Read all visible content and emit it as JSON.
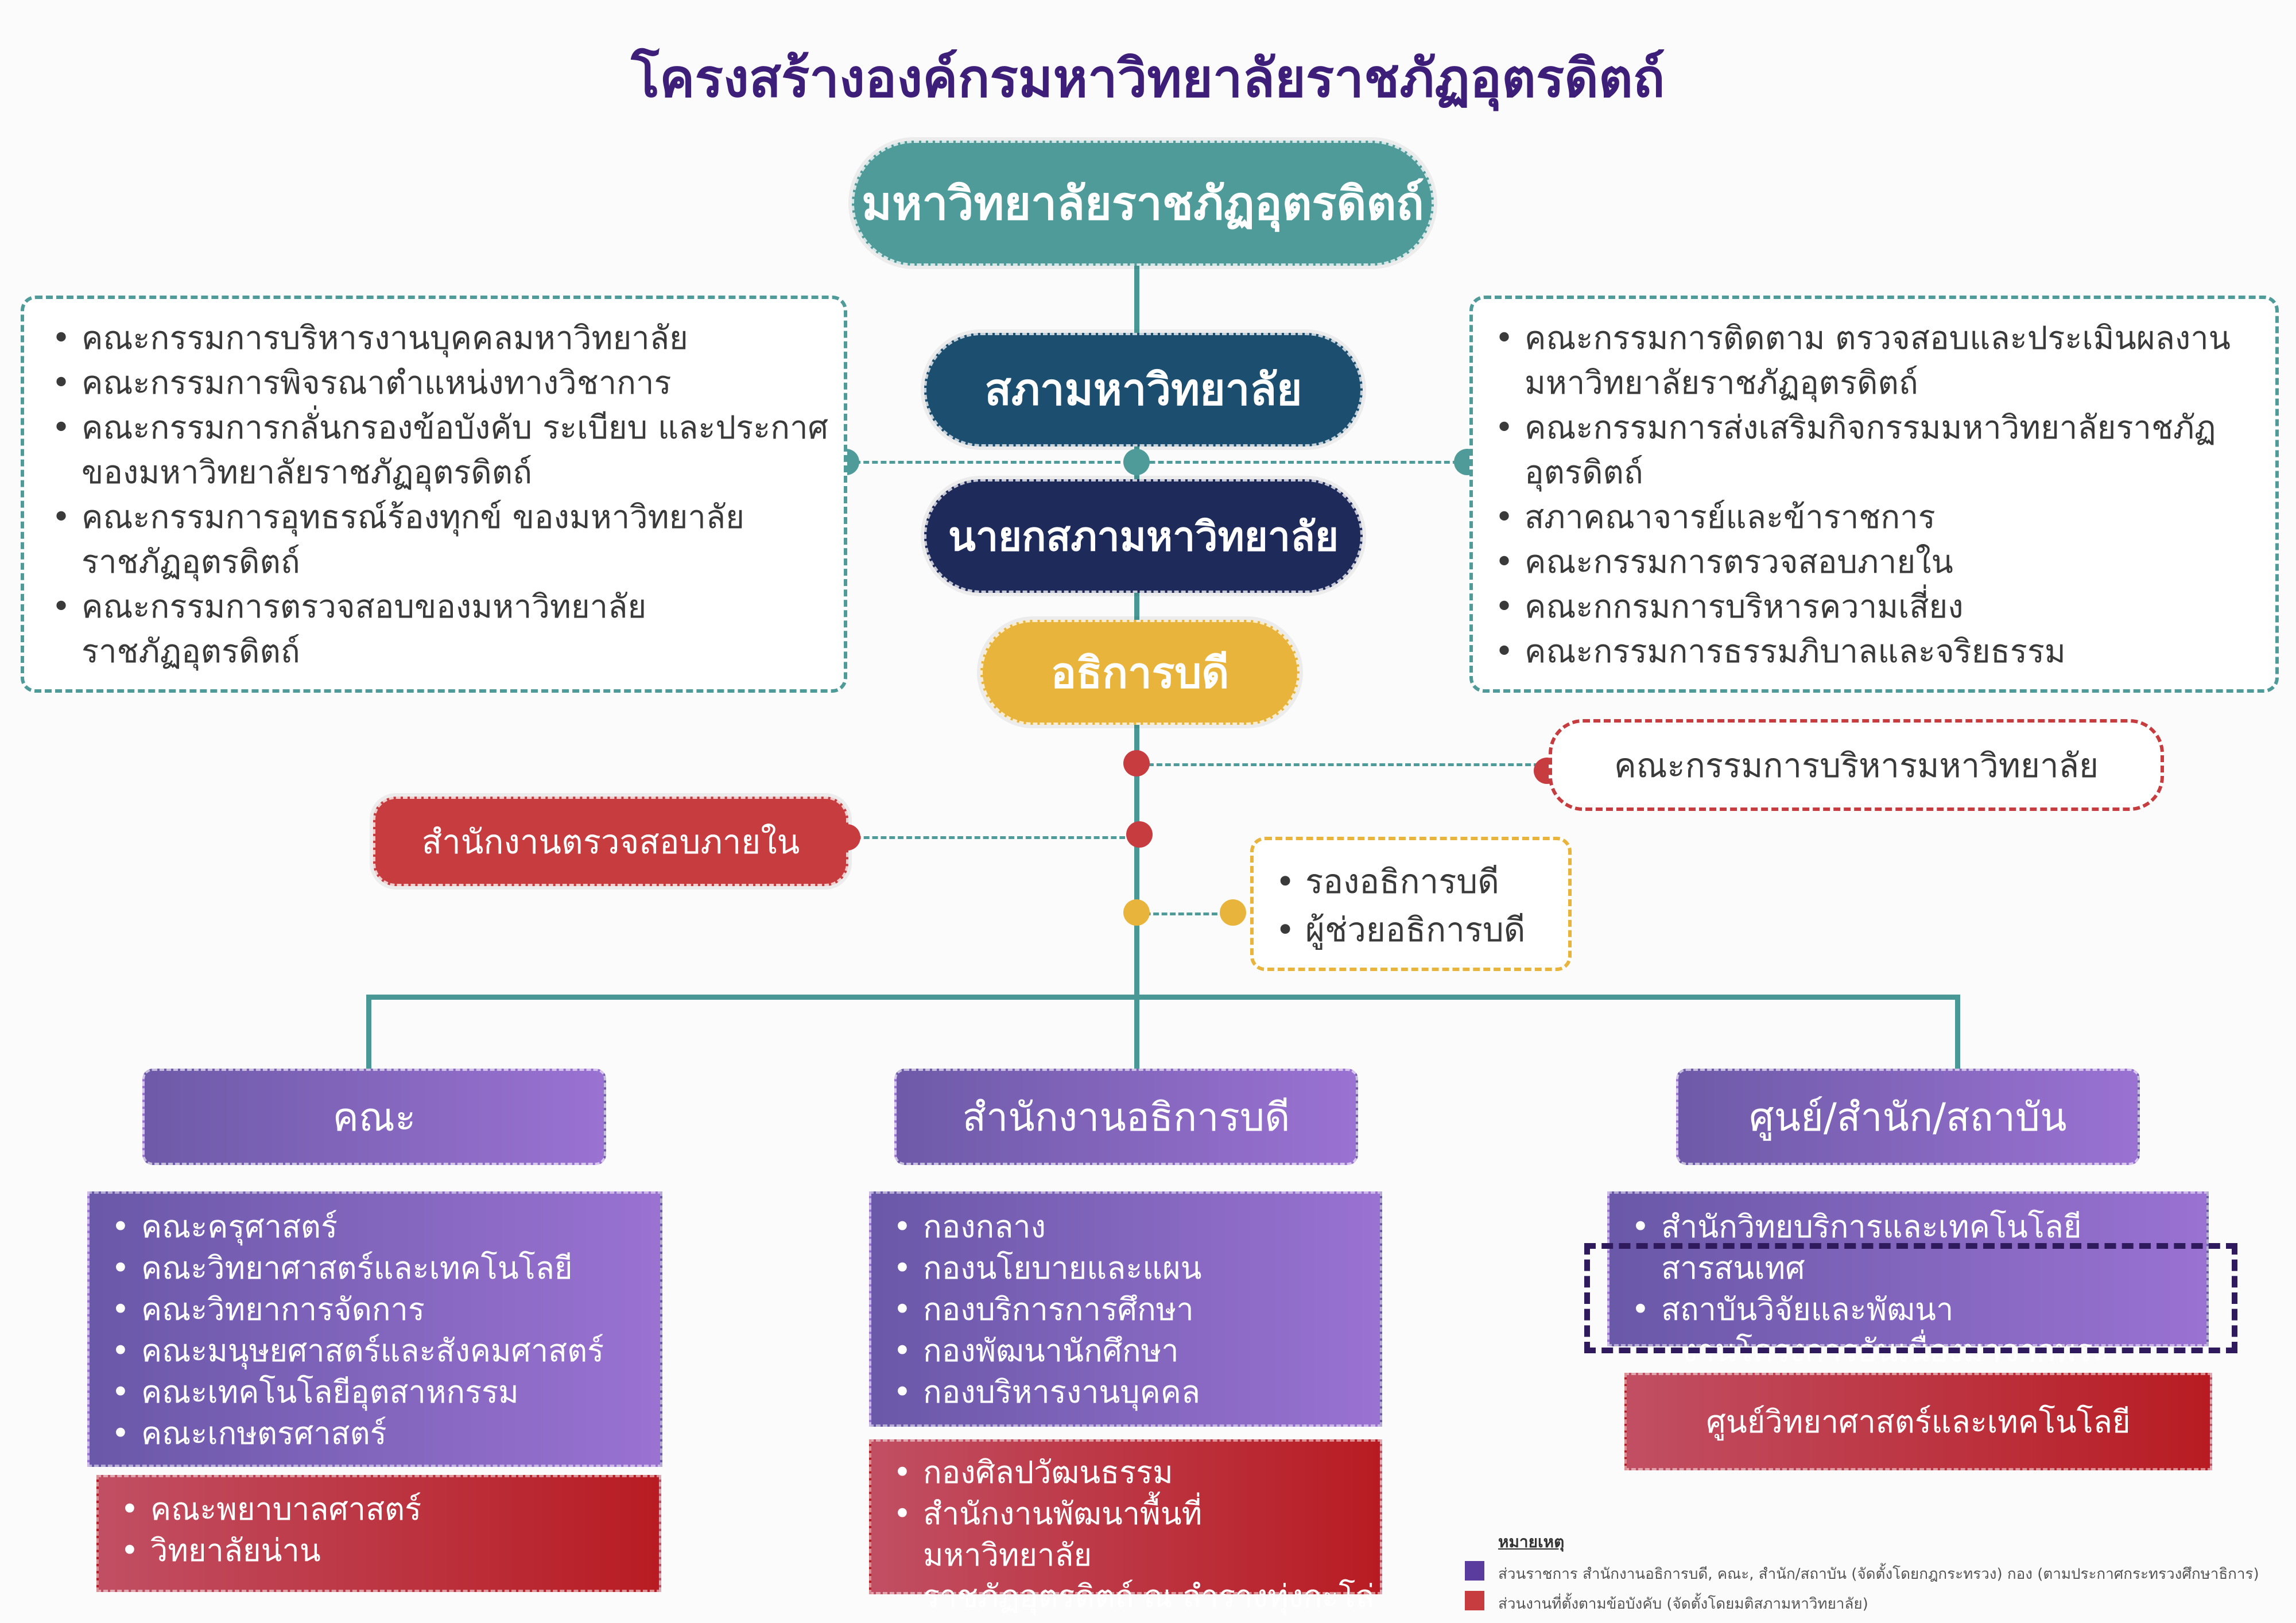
{
  "title": "โครงสร้างองค์กรมหาวิทยาลัยราชภัฏอุตรดิตถ์",
  "top": {
    "university": "มหาวิทยาลัยราชภัฏอุตรดิตถ์",
    "council": "สภามหาวิทยาลัย",
    "council_president": "นายกสภามหาวิทยาลัย",
    "president": "อธิการบดี"
  },
  "left_committees": [
    "คณะกรรมการบริหารงานบุคคลมหาวิทยาลัย",
    "คณะกรรมการพิจรณาตำแหน่งทางวิชาการ",
    "คณะกรรมการกลั่นกรองข้อบังคับ ระเบียบ และประกาศ",
    "ของมหาวิทยาลัยราชภัฏอุตรดิตถ์",
    "คณะกรรมการอุทธรณ์ร้องทุกข์ ของมหาวิทยาลัย",
    "ราชภัฏอุตรดิตถ์",
    "คณะกรรมการตรวจสอบของมหาวิทยาลัย",
    "ราชภัฏอุตรดิตถ์"
  ],
  "right_committees": [
    "คณะกรรมการติดตาม ตรวจสอบและประเมินผลงาน",
    "มหาวิทยาลัยราชภัฏอุตรดิตถ์",
    "คณะกรรมการส่งเสริมกิจกรรมมหาวิทยาลัยราชภัฏ",
    "อุตรดิตถ์",
    "สภาคณาจารย์และข้าราชการ",
    "คณะกรรมการตรวจสอบภายใน",
    "คณะกกรมการบริหารความเสี่ยง",
    "คณะกรรมการธรรมภิบาลและจริยธรรม"
  ],
  "exec_committee": "คณะกรรมการบริหารมหาวิทยาลัย",
  "internal_audit": "สำนักงานตรวจสอบภายใน",
  "vice": [
    "รองอธิการบดี",
    "ผู้ช่วยอธิการบดี"
  ],
  "columns": {
    "faculty": {
      "head": "คณะ",
      "items": [
        "คณะครุศาสตร์",
        "คณะวิทยาศาสตร์และเทคโนโลยี",
        "คณะวิทยาการจัดการ",
        "คณะมนุษยศาสตร์และสังคมศาสตร์",
        "คณะเทคโนโลยีอุตสาหกรรม",
        "คณะเกษตรศาสตร์"
      ],
      "red_items": [
        "คณะพยาบาลศาสตร์",
        "วิทยาลัยน่าน"
      ]
    },
    "office": {
      "head": "สำนักงานอธิการบดี",
      "items": [
        "กองกลาง",
        "กองนโยบายและแผน",
        "กองบริการการศึกษา",
        "กองพัฒนานักศึกษา",
        "กองบริหารงานบุคคล"
      ],
      "red_items": [
        "กองศิลปวัฒนธรรม",
        "สำนักงานพัฒนาพื้นที่ มหาวิทยาลัย",
        "ราชภัฏอุตรดิตถ์ ณ ลำรางทุ่งกะโล่"
      ]
    },
    "center": {
      "head": "ศูนย์/สำนัก/สถาบัน",
      "items": [
        "สำนักวิทยบริการและเทคโนโลยีสารสนเทศ",
        "สถาบันวิจัยและพัฒนา"
      ],
      "sub_item": "- งานโครงการอันเนื่องมาจากพระราชดำริ",
      "red_item": "ศูนย์วิทยาศาสตร์และเทคโนโลยี"
    }
  },
  "legend": {
    "title": "หมายเหตุ",
    "purple": "ส่วนราชการ สำนักงานอธิการบดี, คณะ, สำนัก/สถาบัน (จัดตั้งโดยกฎกระทรวง) กอง (ตามประกาศกระทรวงศึกษาธิการ)",
    "red": "ส่วนงานที่ตั้งตามข้อบังคับ (จัดตั้งโดยมติสภามหาวิทยาลัย)",
    "purple_color": "#6a58a8",
    "red_color": "#c63c3f"
  }
}
